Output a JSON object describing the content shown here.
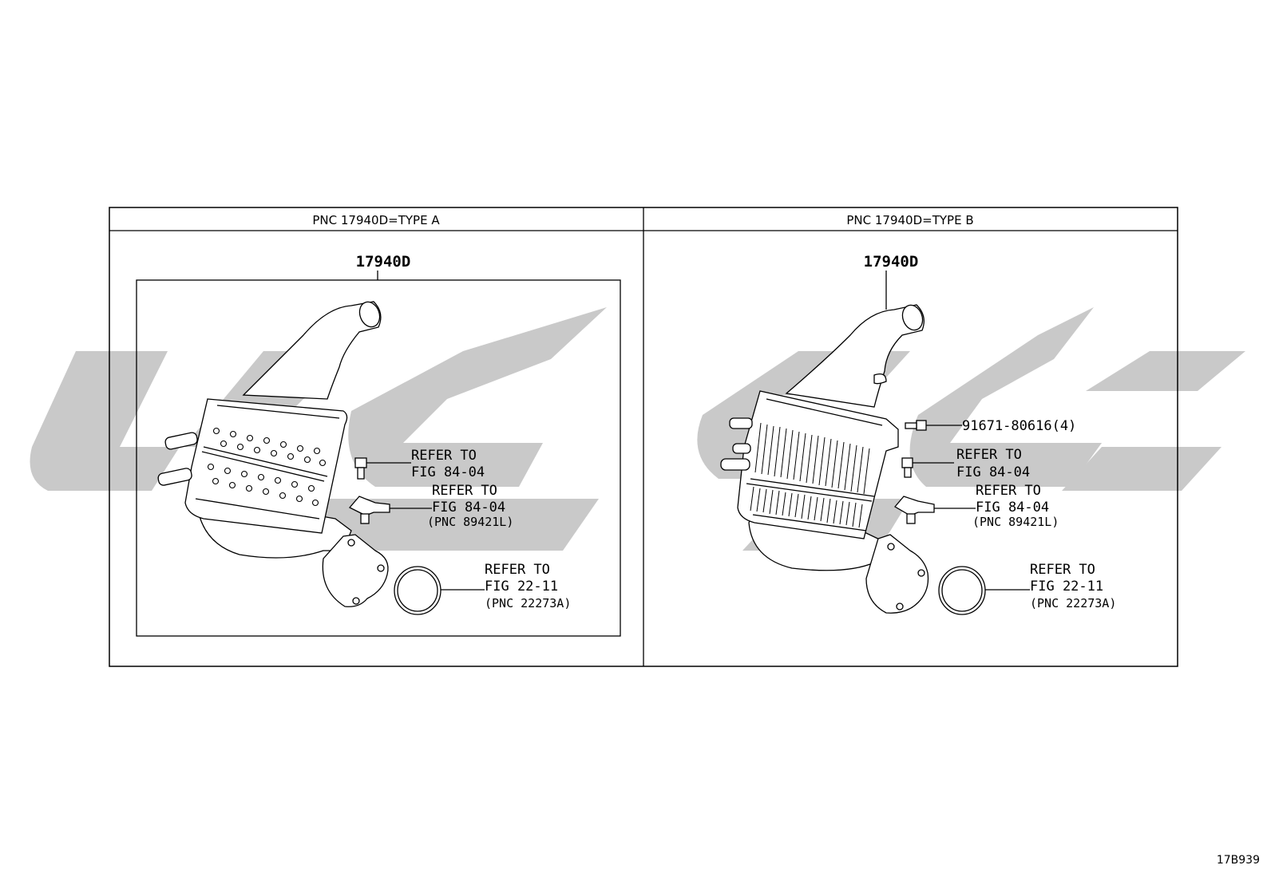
{
  "panels": [
    {
      "header": "PNC 17940D=TYPE A",
      "main_part": "17940D",
      "callouts": [
        {
          "line1": "REFER TO",
          "line2": "FIG 84-04"
        },
        {
          "line1": "REFER TO",
          "line2": "FIG 84-04",
          "line3": "(PNC 89421L)"
        },
        {
          "line1": "REFER TO",
          "line2": "FIG 22-11",
          "line3": "(PNC 22273A)"
        }
      ]
    },
    {
      "header": "PNC 17940D=TYPE B",
      "main_part": "17940D",
      "bolt_part": "91671-80616(4)",
      "callouts": [
        {
          "line1": "REFER TO",
          "line2": "FIG 84-04"
        },
        {
          "line1": "REFER TO",
          "line2": "FIG 84-04",
          "line3": "(PNC 89421L)"
        },
        {
          "line1": "REFER TO",
          "line2": "FIG 22-11",
          "line3": "(PNC 22273A)"
        }
      ]
    }
  ],
  "illustration_id": "17B939"
}
